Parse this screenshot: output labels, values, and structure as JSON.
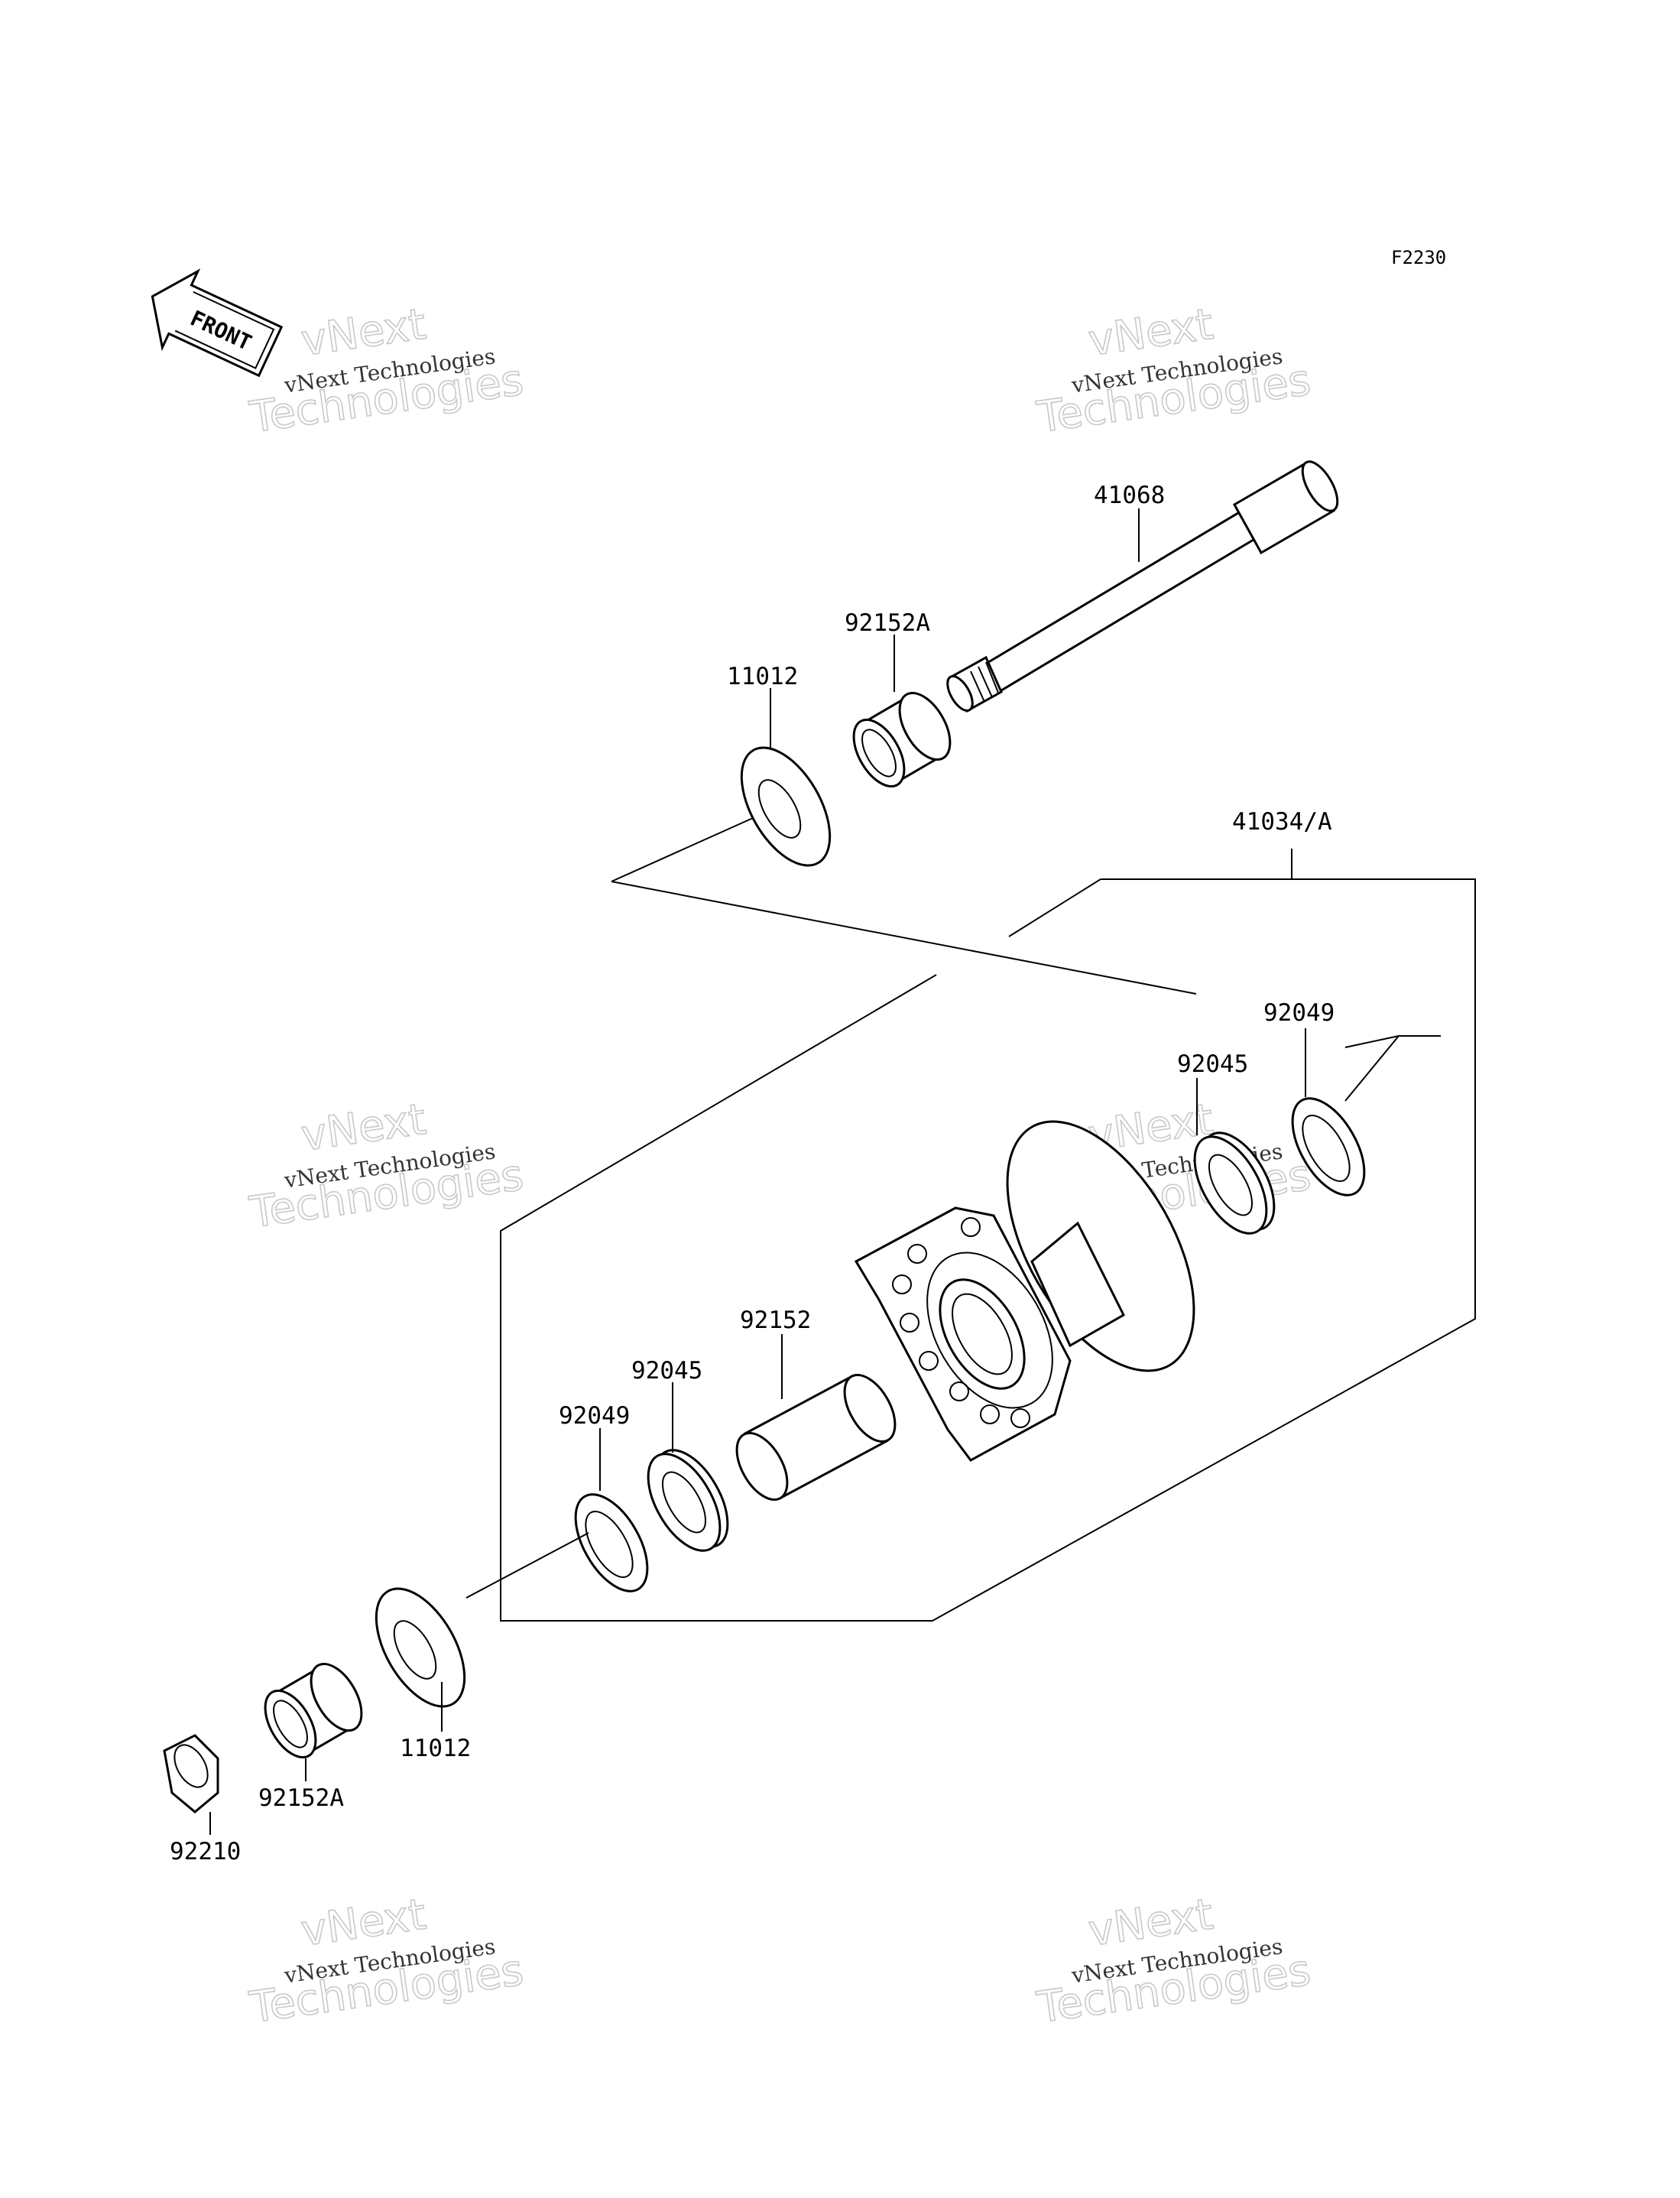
{
  "diagram_code": "F2230",
  "front_arrow_label": "FRONT",
  "watermark": {
    "small_text": "vNext Technologies",
    "big_line1": "vNext",
    "big_line2": "Technologies"
  },
  "part_numbers": {
    "axle": "41068",
    "collar_top": "92152A",
    "washer_top": "11012",
    "hub_assembly": "41034/A",
    "seal_right": "92049",
    "bearing_right": "92045",
    "spacer": "92152",
    "bearing_left": "92045",
    "seal_left": "92049",
    "washer_bottom": "11012",
    "collar_bottom": "92152A",
    "nut": "92210"
  }
}
